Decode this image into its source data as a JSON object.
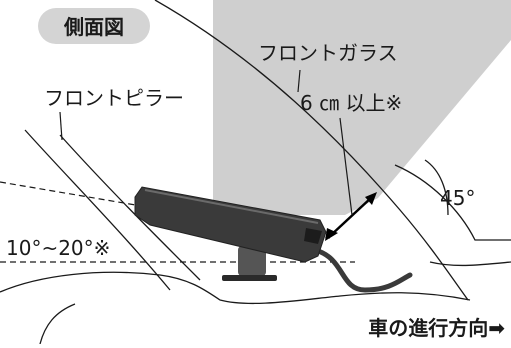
{
  "title": "側面図",
  "labels": {
    "windshield": "フロントガラス",
    "pillar": "フロントピラー",
    "distance": "6 ㎝ 以上※",
    "angle_range": "10°~20°※",
    "angle_45": "45°",
    "direction": "車の進行方向➡"
  },
  "colors": {
    "title_badge": "#d4d4d4",
    "clearance_zone": "#cfcfcf",
    "device_body": "#3a3a3a",
    "line": "#1a1a1a"
  }
}
